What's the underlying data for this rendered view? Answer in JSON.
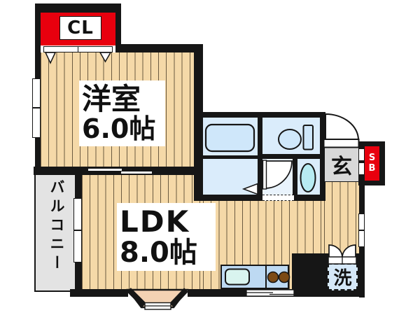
{
  "rooms": {
    "western": {
      "name": "洋室",
      "size": "6.0帖"
    },
    "ldk": {
      "name": "LDK",
      "size": "8.0帖"
    },
    "balcony": {
      "name": "バルコニー"
    },
    "entrance": {
      "name": "玄"
    },
    "closet": {
      "name": "CL"
    },
    "shoe_box": {
      "line1": "S",
      "line2": "B"
    },
    "laundry": {
      "name": "洗"
    }
  },
  "colors": {
    "wall": "#161616",
    "red": "#e8000e",
    "floor": "#f5d9a8",
    "plank_line": "#6b5a40",
    "room_blue": "#daecfb",
    "fixture_blue": "#cfe7fa",
    "basin_cyan": "#b7ebf2",
    "counter_blue": "#bdd9f2",
    "counter_sink": "#d9f4ef",
    "burner_brown": "#7c4a15",
    "balcony_gray": "#e3e3e3",
    "genkan_gray": "#d8d8d8",
    "washer_blue": "#d5e8f8",
    "bay_peach": "#f3d2b3"
  }
}
